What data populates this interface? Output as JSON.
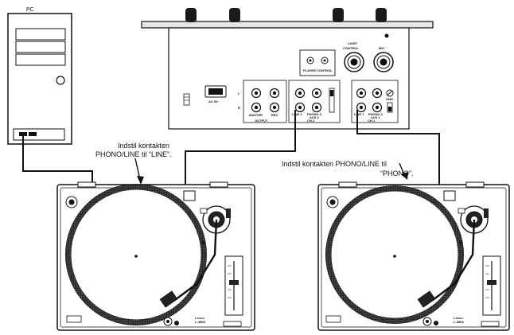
{
  "pc": {
    "label": "PC"
  },
  "mixer": {
    "ac_in": "AC IN~",
    "light_control": [
      "LIGHT",
      "CONTROL"
    ],
    "mic": "MIC",
    "player_control": "PLAYER CONTROL",
    "output": "OUTPUT",
    "master": "MASTER",
    "rec": "REC",
    "ch2": "CH-2",
    "ch1": "CH-1",
    "line2": "LINE 2",
    "line1": "LINE 1",
    "phono2": "PHONO 2",
    "phono1": "PHONO 1",
    "aux2": "AUX 2",
    "aux1": "AUX 1",
    "gnd": "GND",
    "ch_l": "L",
    "ch_r": "R"
  },
  "annotations": {
    "left": [
      "Indstil kontakten",
      "PHONO/LINE til “LINE”."
    ],
    "right": [
      "Indstil kontakten PHONO/LINE til",
      "“PHONO”."
    ]
  },
  "turntable_left": {
    "brand": "Lenco",
    "model": "L-3808"
  },
  "turntable_right": {
    "brand": "Lenco",
    "model": "L-3808"
  }
}
